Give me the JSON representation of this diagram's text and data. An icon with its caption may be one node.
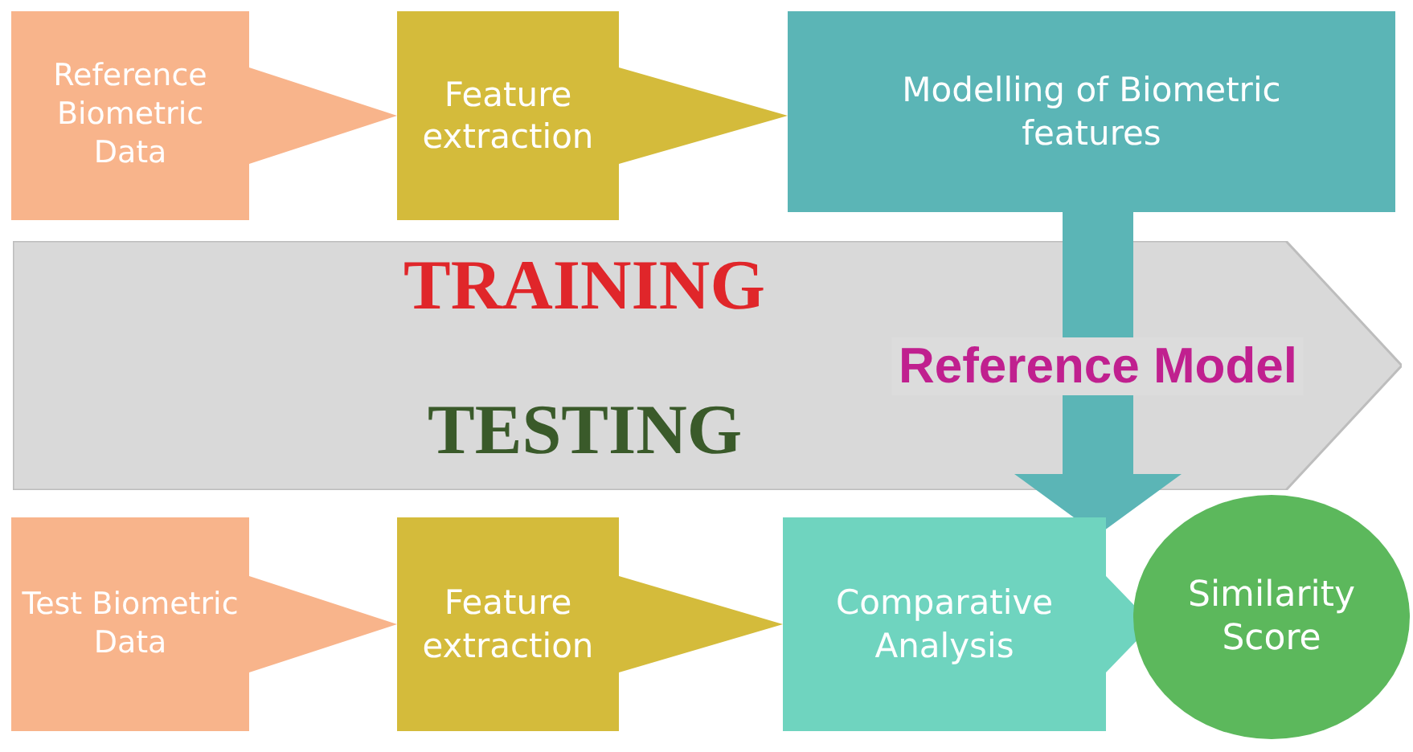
{
  "diagram": {
    "nodes": [
      {
        "text": [
          "Reference Biometric Data"
        ]
      },
      {
        "text": [
          "Feature extraction"
        ]
      },
      {
        "text": [
          "Modelling of Biometric features"
        ]
      },
      {
        "text": [
          "TRAINING",
          "TESTING"
        ]
      },
      {
        "text": [
          "Test Biometric Data"
        ]
      },
      {
        "text": [
          "Feature extraction"
        ]
      },
      {
        "text": [
          "Comparative Analysis"
        ]
      },
      {
        "text": [
          "Similarity Score"
        ]
      }
    ],
    "edges": [
      {
        "from": 0,
        "to": 1,
        "arrow": "to"
      },
      {
        "from": 1,
        "to": 2,
        "arrow": "to"
      },
      {
        "from": 2,
        "to": 6,
        "arrow": "to",
        "label": "Reference Model",
        "style": "thick"
      },
      {
        "from": 4,
        "to": 5,
        "arrow": "to"
      },
      {
        "from": 5,
        "to": 6,
        "arrow": "to"
      },
      {
        "from": 6,
        "to": 7,
        "arrow": "to"
      }
    ]
  }
}
